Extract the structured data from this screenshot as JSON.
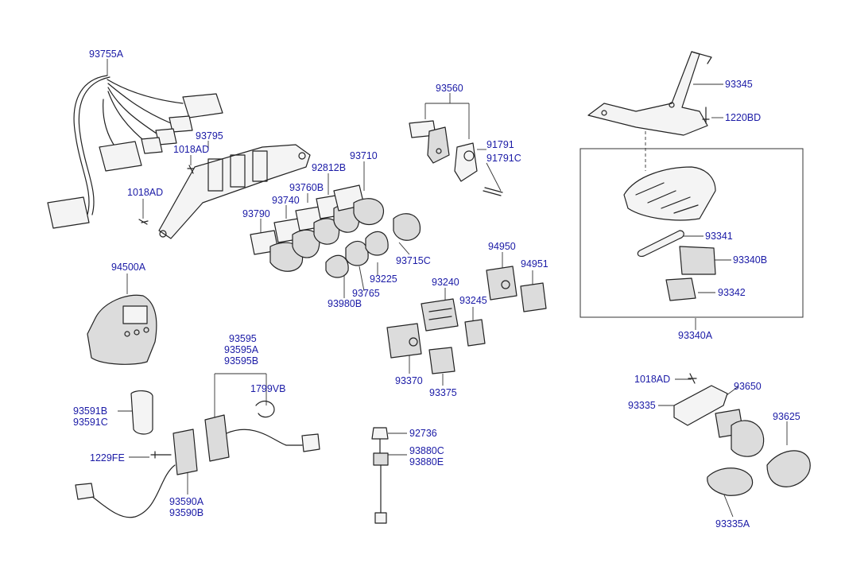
{
  "part_labels": {
    "p93755A": "93755A",
    "p93795": "93795",
    "p1018AD_a": "1018AD",
    "p1018AD_b": "1018AD",
    "p93710": "93710",
    "p92812B": "92812B",
    "p93760B": "93760B",
    "p93740": "93740",
    "p93790": "93790",
    "p93715C": "93715C",
    "p93225": "93225",
    "p93765": "93765",
    "p93980B": "93980B",
    "p93560": "93560",
    "p91791": "91791",
    "p91791C": "91791C",
    "p93345": "93345",
    "p1220BD": "1220BD",
    "p93341": "93341",
    "p93340B": "93340B",
    "p93342": "93342",
    "p93340A": "93340A",
    "p94500A": "94500A",
    "p94950": "94950",
    "p94951": "94951",
    "p93240": "93240",
    "p93245": "93245",
    "p93370": "93370",
    "p93375": "93375",
    "p93595": "93595",
    "p93595A": "93595A",
    "p93595B": "93595B",
    "p1799VB": "1799VB",
    "p93591B": "93591B",
    "p93591C": "93591C",
    "p1229FE": "1229FE",
    "p93590A": "93590A",
    "p93590B": "93590B",
    "p92736": "92736",
    "p93880C": "93880C",
    "p93880E": "93880E",
    "p1018AD_c": "1018AD",
    "p93650": "93650",
    "p93335": "93335",
    "p93625": "93625",
    "p93335A": "93335A"
  }
}
